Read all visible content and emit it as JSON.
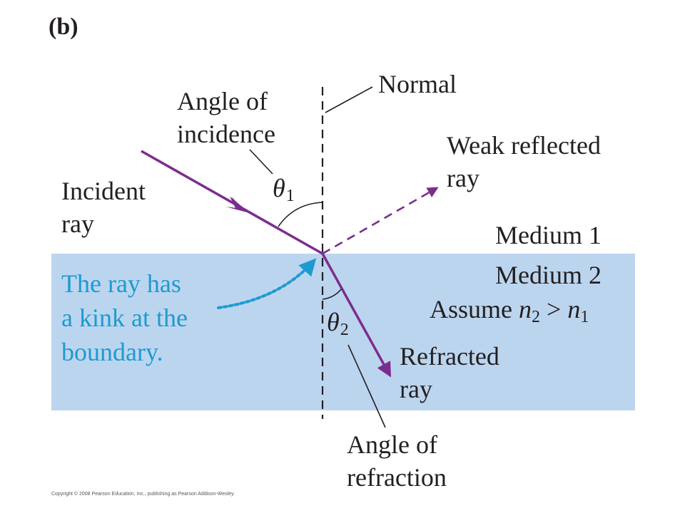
{
  "panel_label": "(b)",
  "labels": {
    "normal": "Normal",
    "angle_of_incidence_line1": "Angle of",
    "angle_of_incidence_line2": "incidence",
    "weak_reflected_line1": "Weak reflected",
    "weak_reflected_line2": "ray",
    "incident_line1": "Incident",
    "incident_line2": "ray",
    "medium1": "Medium 1",
    "medium2": "Medium 2",
    "assume_prefix": "Assume ",
    "n_symbol": "n",
    "n2_sub": "2",
    "gt": " > ",
    "n1_sub": "1",
    "theta_symbol": "θ",
    "theta1_sub": "1",
    "theta2_sub": "2",
    "refracted_line1": "Refracted",
    "refracted_line2": "ray",
    "angle_of_refraction_line1": "Angle of",
    "angle_of_refraction_line2": "refraction"
  },
  "note": {
    "line1": "The ray has",
    "line2": "a kink at the",
    "line3": "boundary."
  },
  "copyright": "Copyright © 2008 Pearson Education, Inc., publishing as Pearson Addison-Wesley.",
  "colors": {
    "medium2_fill": "#bcd5ef",
    "ray": "#7b2d8e",
    "note": "#1d9bd1",
    "text": "#231f20"
  }
}
